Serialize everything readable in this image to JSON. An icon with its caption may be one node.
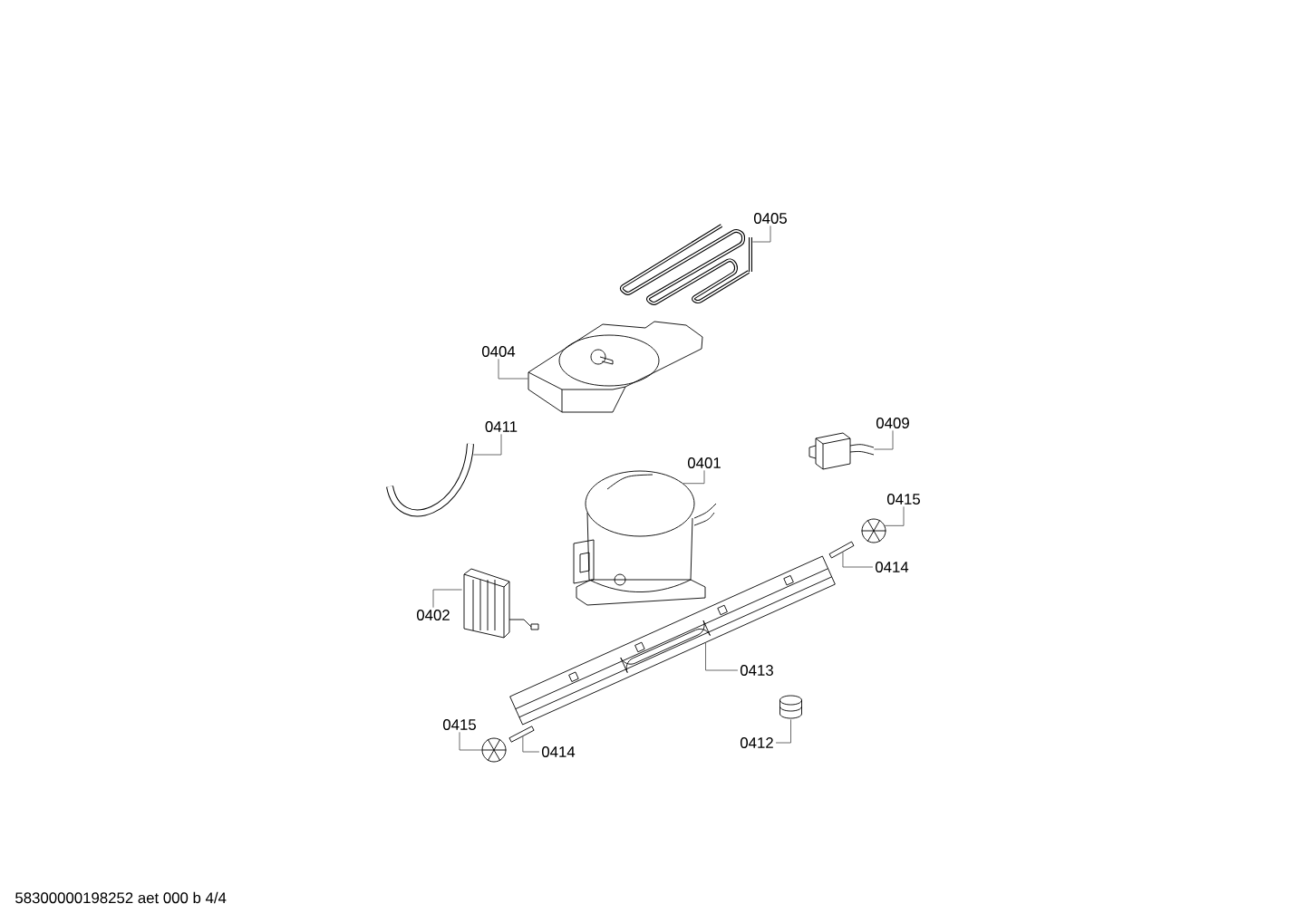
{
  "diagram": {
    "nodes": [
      {
        "text": [
          "0405"
        ]
      },
      {
        "text": [],
        "shape": "picture"
      },
      {
        "text": [
          "0404"
        ]
      },
      {
        "text": [],
        "shape": "picture"
      },
      {
        "text": [
          "0411"
        ]
      },
      {
        "text": [],
        "shape": "picture"
      },
      {
        "text": [
          "0409"
        ]
      },
      {
        "text": [],
        "shape": "picture"
      },
      {
        "text": [
          "0401"
        ]
      },
      {
        "text": [],
        "shape": "picture"
      },
      {
        "text": [
          "0415"
        ]
      },
      {
        "text": [],
        "shape": "picture"
      },
      {
        "text": [
          "0414"
        ]
      },
      {
        "text": [],
        "shape": "bar"
      },
      {
        "text": [
          "0402"
        ]
      },
      {
        "text": [],
        "shape": "picture"
      },
      {
        "text": [
          "0413"
        ]
      },
      {
        "text": [],
        "shape": "picture"
      },
      {
        "text": [
          "0412"
        ]
      },
      {
        "text": [],
        "shape": "picture"
      },
      {
        "text": [
          "0415"
        ]
      },
      {
        "text": [],
        "shape": "picture"
      },
      {
        "text": [
          "0414"
        ]
      },
      {
        "text": [],
        "shape": "bar"
      }
    ],
    "edges": [
      {
        "from": 0,
        "to": 1,
        "arrow": "none"
      },
      {
        "from": 2,
        "to": 3,
        "arrow": "none"
      },
      {
        "from": 4,
        "to": 5,
        "arrow": "none"
      },
      {
        "from": 6,
        "to": 7,
        "arrow": "none"
      },
      {
        "from": 8,
        "to": 9,
        "arrow": "none"
      },
      {
        "from": 10,
        "to": 11,
        "arrow": "none"
      },
      {
        "from": 12,
        "to": 13,
        "arrow": "none"
      },
      {
        "from": 14,
        "to": 15,
        "arrow": "none"
      },
      {
        "from": 16,
        "to": 17,
        "arrow": "none"
      },
      {
        "from": 18,
        "to": 19,
        "arrow": "none"
      },
      {
        "from": 20,
        "to": 21,
        "arrow": "none"
      },
      {
        "from": 22,
        "to": 23,
        "arrow": "none"
      }
    ],
    "labels": [
      "58300000198252 aet 000 b 4/4"
    ]
  }
}
